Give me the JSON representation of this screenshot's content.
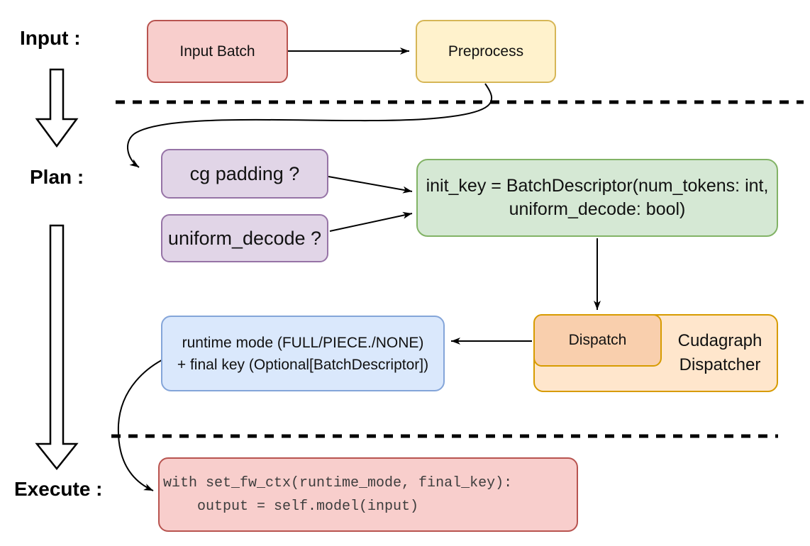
{
  "stages": {
    "input": {
      "label": "Input :"
    },
    "plan": {
      "label": "Plan :"
    },
    "execute": {
      "label": "Execute :"
    }
  },
  "nodes": {
    "input_batch": {
      "label": "Input Batch"
    },
    "preprocess": {
      "label": "Preprocess"
    },
    "cg_padding": {
      "label": "cg padding ?"
    },
    "uniform_decode": {
      "label": "uniform_decode ?"
    },
    "init_key": {
      "line1": "init_key = BatchDescriptor(num_tokens: int,",
      "line2": "uniform_decode: bool)"
    },
    "runtime_output": {
      "line1": "runtime mode (FULL/PIECE./NONE)",
      "line2": "+ final key (Optional[BatchDescriptor])"
    },
    "dispatch": {
      "label": "Dispatch"
    },
    "cudagraph_dispatcher": {
      "line1": "Cudagraph",
      "line2": "Dispatcher"
    },
    "execute_code": {
      "line1": "with set_fw_ctx(runtime_mode, final_key):",
      "line2": "    output = self.model(input)"
    }
  },
  "palette": {
    "red_fill": "#f8cecc",
    "red_stroke": "#b85450",
    "yellow_fill": "#fff2cc",
    "yellow_stroke": "#d6b656",
    "purple_fill": "#e1d5e7",
    "purple_stroke": "#9673a6",
    "green_fill": "#d5e8d4",
    "green_stroke": "#82b366",
    "blue_fill": "#dae8fc",
    "blue_stroke": "#84a5d9",
    "orange_outer_fill": "#ffe6cc",
    "orange_inner_fill": "#f9cfad",
    "orange_stroke": "#d79b00",
    "connector": "#000000"
  }
}
